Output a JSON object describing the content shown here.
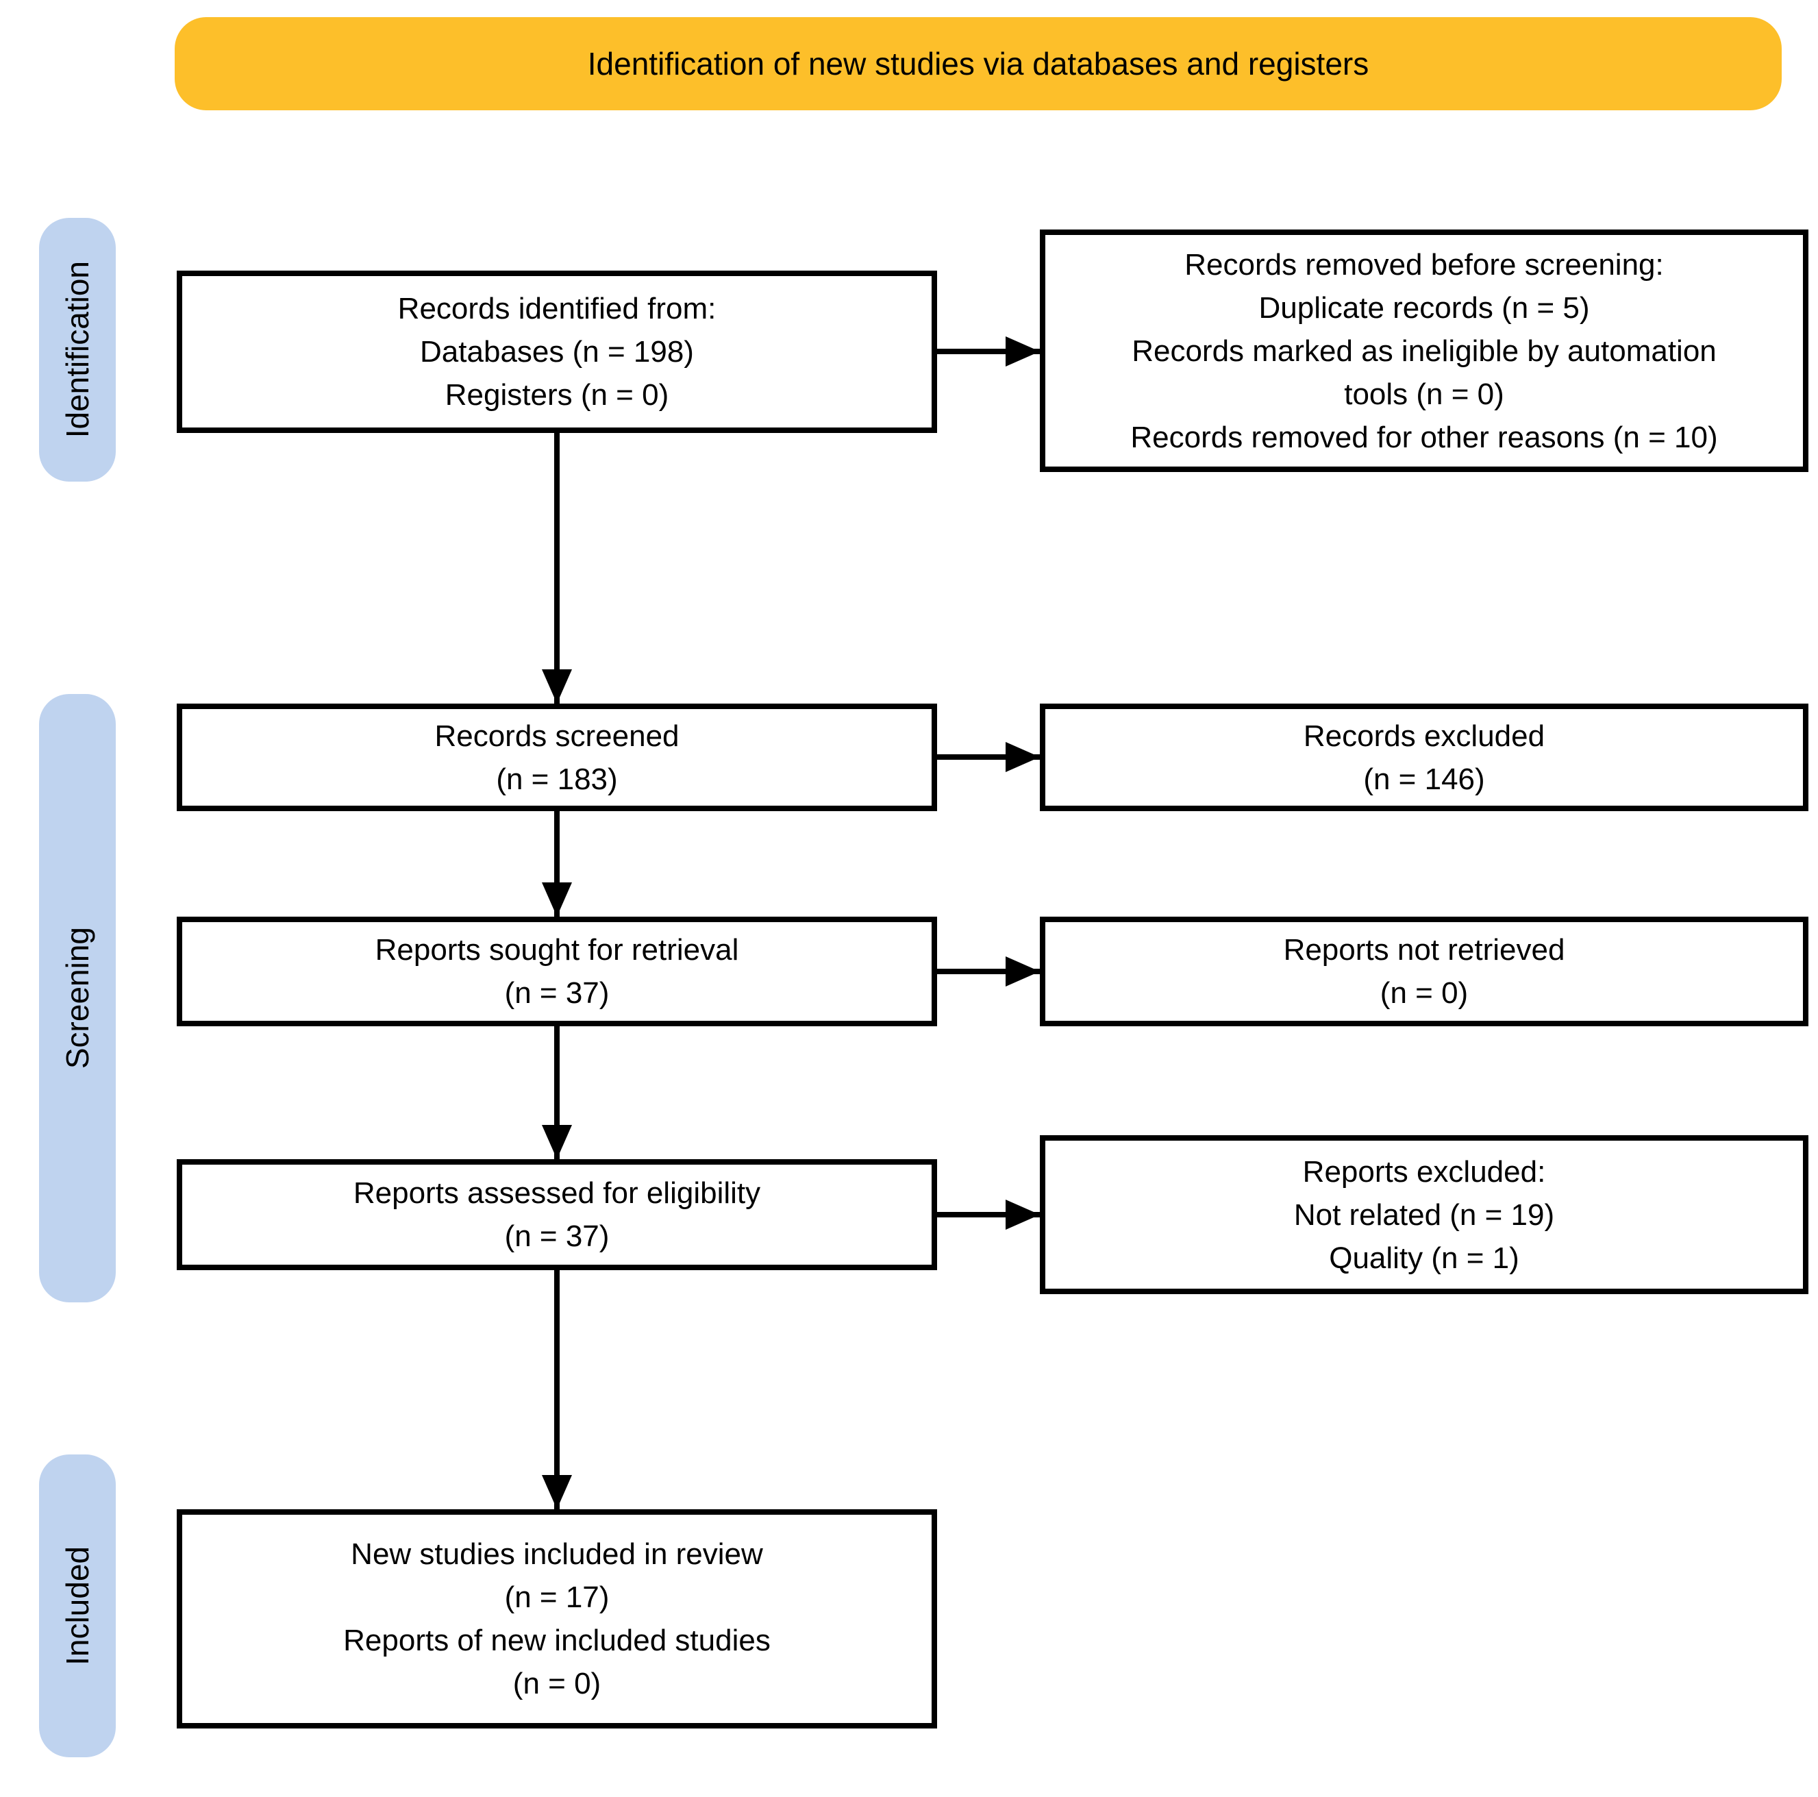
{
  "banner": {
    "title": "Identification of new studies via databases and registers"
  },
  "stages": {
    "identification": {
      "label": "Identification"
    },
    "screening": {
      "label": "Screening"
    },
    "included": {
      "label": "Included"
    }
  },
  "boxes": {
    "records_identified": {
      "lines": [
        "Records identified from:",
        "Databases (n = 198)",
        "Registers (n = 0)"
      ]
    },
    "records_removed": {
      "lines": [
        "Records removed before screening:",
        "Duplicate records (n = 5)",
        "Records marked as ineligible by automation",
        "tools (n = 0)",
        "Records removed for other reasons (n = 10)"
      ]
    },
    "records_screened": {
      "lines": [
        "Records screened",
        "(n = 183)"
      ]
    },
    "records_excluded": {
      "lines": [
        "Records excluded",
        "(n = 146)"
      ]
    },
    "reports_sought": {
      "lines": [
        "Reports sought for retrieval",
        "(n = 37)"
      ]
    },
    "reports_not_retrieved": {
      "lines": [
        "Reports not retrieved",
        "(n = 0)"
      ]
    },
    "reports_assessed": {
      "lines": [
        "Reports assessed for eligibility",
        "(n = 37)"
      ]
    },
    "reports_excluded": {
      "lines": [
        "Reports excluded:",
        "Not related (n = 19)",
        "Quality (n = 1)"
      ]
    },
    "new_studies_included": {
      "lines": [
        "New studies included in review",
        "(n = 17)",
        "Reports of new included studies",
        "(n = 0)"
      ]
    }
  },
  "colors": {
    "banner_bg": "#FDBF2A",
    "stage_bg": "#BFD3EF",
    "box_border": "#000000",
    "arrow": "#000000"
  }
}
